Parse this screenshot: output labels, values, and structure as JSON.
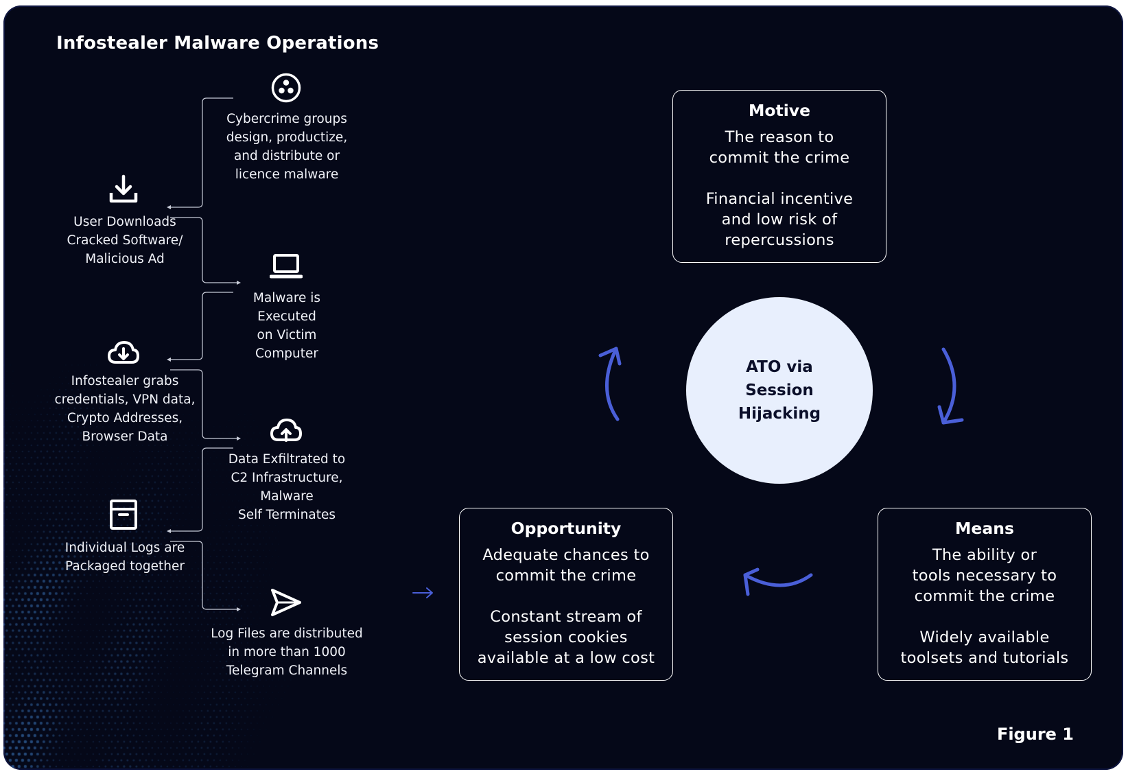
{
  "title": "Infostealer Malware Operations",
  "colors": {
    "background": "#050818",
    "accent_arrow": "#4a5fd8",
    "circle_fill": "#e8effd",
    "text": "#ffffff"
  },
  "steps": [
    {
      "icon": "group-circle-icon",
      "text": "Cybercrime groups\ndesign, productize,\nand distribute or\nlicence malware"
    },
    {
      "icon": "download-icon",
      "text": "User Downloads\nCracked Software/\nMalicious Ad"
    },
    {
      "icon": "laptop-icon",
      "text": "Malware is\nExecuted\non Victim\nComputer"
    },
    {
      "icon": "cloud-download-icon",
      "text": "Infostealer grabs\ncredentials, VPN data,\nCrypto Addresses,\nBrowser Data"
    },
    {
      "icon": "cloud-upload-icon",
      "text": "Data Exfiltrated to\nC2 Infrastructure,\nMalware\nSelf Terminates"
    },
    {
      "icon": "archive-box-icon",
      "text": "Individual Logs are\nPackaged together"
    },
    {
      "icon": "send-icon",
      "text": "Log Files are distributed\nin more than 1000\nTelegram Channels"
    }
  ],
  "center": {
    "label": "ATO via\nSession\nHijacking"
  },
  "cards": {
    "motive": {
      "title": "Motive",
      "body": "The reason to\ncommit the crime",
      "detail": "Financial incentive\nand low risk of\nrepercussions"
    },
    "opportunity": {
      "title": "Opportunity",
      "body": "Adequate chances to\ncommit the crime",
      "detail": "Constant stream of\nsession cookies\navailable at a low cost"
    },
    "means": {
      "title": "Means",
      "body": "The ability or\ntools necessary to\ncommit the crime",
      "detail": "Widely available\ntoolsets and tutorials"
    }
  },
  "figure_label": "Figure 1"
}
